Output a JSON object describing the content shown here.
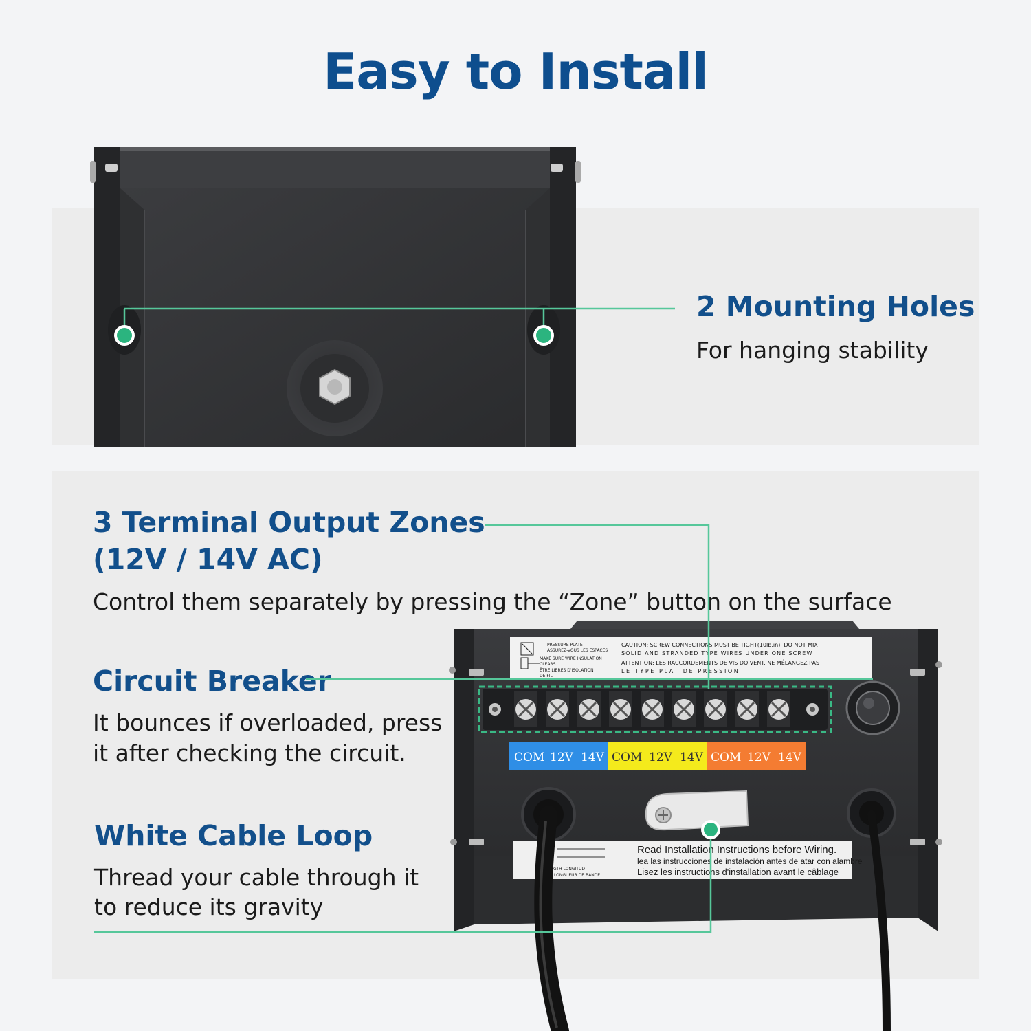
{
  "title": "Easy to Install",
  "features": {
    "mounting": {
      "heading": "2 Mounting Holes",
      "description": "For hanging stability"
    },
    "zones": {
      "heading_line1": "3 Terminal Output Zones",
      "heading_line2": "(12V / 14V AC)",
      "description": "Control them separately by pressing the “Zone” button on the surface"
    },
    "breaker": {
      "heading": "Circuit Breaker",
      "description_line1": "It bounces if overloaded, press",
      "description_line2": "it after checking the circuit."
    },
    "cable_loop": {
      "heading": "White Cable Loop",
      "description_line1": "Thread your cable through it",
      "description_line2": "to reduce its gravity"
    }
  },
  "device_labels": {
    "pressure_plate": [
      "PRESSURE PLATE",
      "ASSUREZ-VOUS LES ESPACES",
      "MAKE SURE WIRE INSULATION",
      "CLEARS",
      "ÊTRE LIBRES D'ISOLATION",
      "DE FIL"
    ],
    "caution": [
      "CAUTION: SCREW CONNECTIONS MUST BE TIGHT(10lb.in). DO NOT MIX",
      "SOLID AND STRANDED TYPE WIRES UNDER ONE SCREW",
      "ATTENTION: LES RACCORDEMENTS DE VIS DOIVENT. NE MÉLANGEZ PAS",
      "LE TYPE PLAT DE PRESSION"
    ],
    "zone_terminals": [
      {
        "labels": [
          "COM",
          "12V",
          "14V"
        ],
        "color": "#2f8ee6"
      },
      {
        "labels": [
          "COM",
          "12V",
          "14V"
        ],
        "color": "#f4ea1c"
      },
      {
        "labels": [
          "COM",
          "12V",
          "14V"
        ],
        "color": "#f47c32"
      }
    ],
    "strip_gauge": [
      "GTH LONGITUD",
      "A LONGUEUR DE BANDE"
    ],
    "instructions": [
      "Read Installation Instructions before Wiring.",
      "lea las instrucciones de instalación antes de atar con alambre",
      "Lisez les instructions d'installation avant le câblage"
    ]
  },
  "colors": {
    "heading": "#124f8b",
    "connector": "#56c79a",
    "dot": "#2bb47f"
  }
}
